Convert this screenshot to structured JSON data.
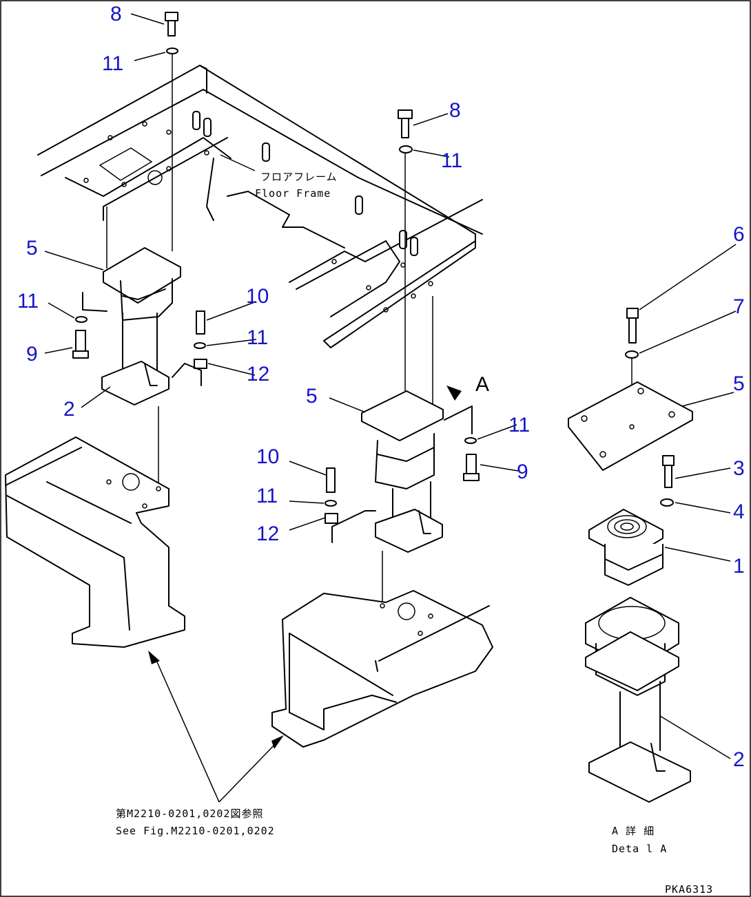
{
  "floor_frame": {
    "jp": "フロアフレーム",
    "en": "Floor Frame"
  },
  "callouts": [
    {
      "label": "8"
    },
    {
      "label": "11"
    },
    {
      "label": "8"
    },
    {
      "label": "11"
    },
    {
      "label": "5"
    },
    {
      "label": "11"
    },
    {
      "label": "9"
    },
    {
      "label": "10"
    },
    {
      "label": "11"
    },
    {
      "label": "12"
    },
    {
      "label": "2"
    },
    {
      "label": "5"
    },
    {
      "label": "11"
    },
    {
      "label": "9"
    },
    {
      "label": "10"
    },
    {
      "label": "11"
    },
    {
      "label": "12"
    },
    {
      "label": "6"
    },
    {
      "label": "7"
    },
    {
      "label": "5"
    },
    {
      "label": "3"
    },
    {
      "label": "4"
    },
    {
      "label": "1"
    },
    {
      "label": "2"
    }
  ],
  "detail_marker": "A",
  "reference": {
    "jp": "第M2210-0201,0202図参照",
    "en": "See Fig.M2210-0201,0202"
  },
  "detail": {
    "jp": "A 詳 細",
    "en": "Deta l A"
  },
  "drawing_code": "PKA6313"
}
